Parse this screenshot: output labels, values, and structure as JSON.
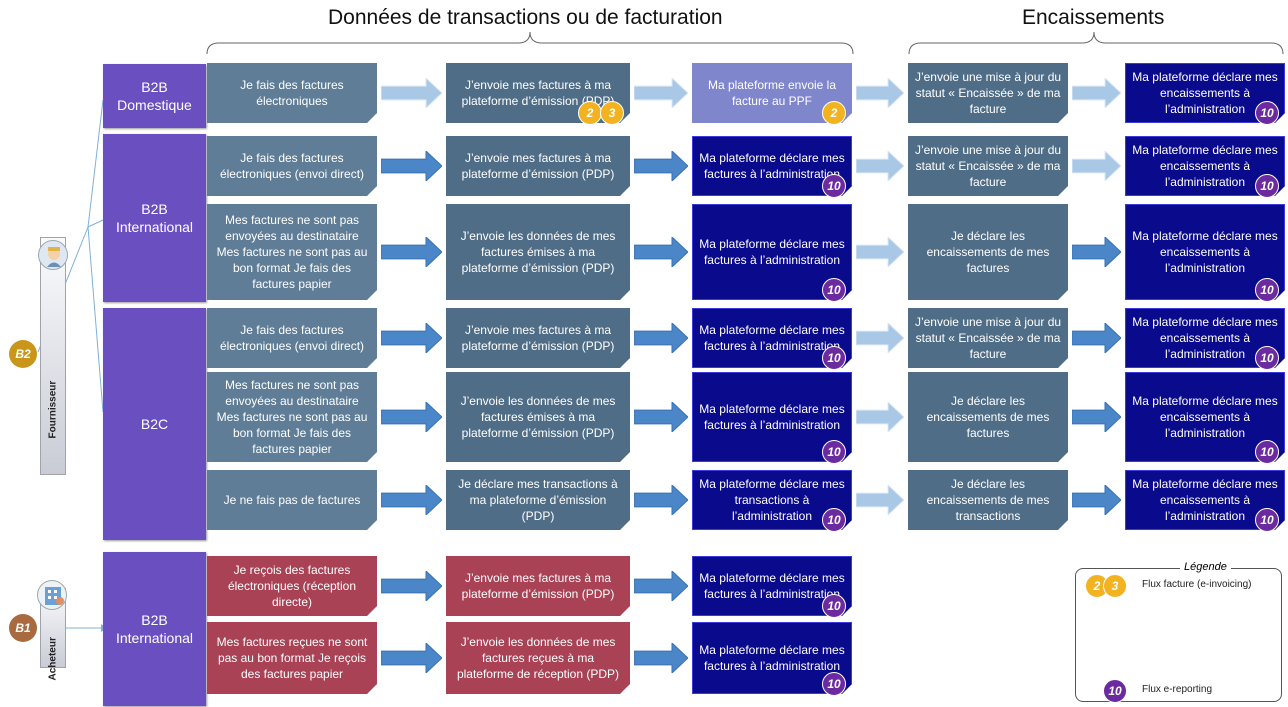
{
  "headers": {
    "transactions": "Données de transactions ou de facturation",
    "encaissements": "Encaissements"
  },
  "actors": {
    "supplier": {
      "badge": "B2",
      "label": "Fournisseur",
      "icon": "supplier-person-icon"
    },
    "buyer": {
      "badge": "B1",
      "label": "Acheteur",
      "icon": "buyer-building-icon"
    }
  },
  "categories": {
    "b2b_domestic": "B2B Domestique",
    "b2b_international": "B2B International",
    "b2c": "B2C",
    "buyer_b2b_international": "B2B International"
  },
  "rows": [
    {
      "c1": "Je fais des factures électroniques",
      "c2": "J’envoie mes factures à ma plateforme d’émission (PDP)",
      "c3": "Ma plateforme envoie la facture au PPF",
      "c4": "J’envoie une mise à jour du statut « Encaissée » de ma facture",
      "c5": "Ma plateforme déclare mes encaissements à l’administration",
      "badges_c2": [
        "2",
        "3"
      ],
      "badges_c3": [
        "2"
      ],
      "badges_c5": [
        "10"
      ]
    },
    {
      "c1": "Je fais des factures électroniques (envoi direct)",
      "c2": "J’envoie mes factures à ma plateforme d’émission (PDP)",
      "c3": "Ma plateforme déclare mes factures à l’administration",
      "c4": "J’envoie une mise à jour du statut « Encaissée » de ma facture",
      "c5": "Ma plateforme déclare mes encaissements à l’administration",
      "badges_c3": [
        "10"
      ],
      "badges_c5": [
        "10"
      ]
    },
    {
      "c1": "Mes factures ne sont pas envoyées au destinataire Mes factures ne sont pas au bon format Je fais des factures papier",
      "c2": "J’envoie les données de mes factures émises à ma plateforme d’émission (PDP)",
      "c3": "Ma plateforme déclare mes factures à l’administration",
      "c4": "Je déclare les encaissements de mes factures",
      "c5": "Ma plateforme déclare mes encaissements à l’administration",
      "badges_c3": [
        "10"
      ],
      "badges_c5": [
        "10"
      ]
    },
    {
      "c1": "Je fais des factures électroniques (envoi direct)",
      "c2": "J’envoie mes factures à ma plateforme d’émission (PDP)",
      "c3": "Ma plateforme déclare mes factures à l’administration",
      "c4": "J’envoie une mise à jour du statut « Encaissée » de ma facture",
      "c5": "Ma plateforme déclare mes encaissements à l’administration",
      "badges_c3": [
        "10"
      ],
      "badges_c5": [
        "10"
      ]
    },
    {
      "c1": "Mes factures ne sont pas envoyées au destinataire Mes factures ne sont pas au bon format Je fais des factures papier",
      "c2": "J’envoie les données de mes factures émises à ma plateforme d’émission (PDP)",
      "c3": "Ma plateforme déclare mes factures à l’administration",
      "c4": "Je déclare les encaissements de mes factures",
      "c5": "Ma plateforme déclare mes encaissements à l’administration",
      "badges_c3": [
        "10"
      ],
      "badges_c5": [
        "10"
      ]
    },
    {
      "c1": "Je ne fais pas de factures",
      "c2": "Je déclare mes transactions à ma plateforme d’émission (PDP)",
      "c3": "Ma plateforme déclare mes transactions à l’administration",
      "c4": "Je déclare les encaissements de mes transactions",
      "c5": "Ma plateforme déclare mes encaissements à l’administration",
      "badges_c3": [
        "10"
      ],
      "badges_c5": [
        "10"
      ]
    },
    {
      "c1": "Je reçois des factures électroniques (réception directe)",
      "c2": "J’envoie mes factures à ma plateforme d’émission (PDP)",
      "c3": "Ma plateforme déclare mes factures à l’administration",
      "badges_c3": [
        "10"
      ]
    },
    {
      "c1": "Mes factures reçues ne sont pas au bon format Je reçois des factures papier",
      "c2": "J’envoie les données de mes factures reçues à ma plateforme de réception (PDP)",
      "c3": "Ma plateforme déclare mes factures à l’administration",
      "badges_c3": [
        "10"
      ]
    }
  ],
  "legend": {
    "title": "Légende",
    "invoice_flow": "Flux facture (e-invoicing)",
    "ereporting_flow": "Flux e-reporting",
    "badge_2": "2",
    "badge_3": "3",
    "badge_10": "10"
  },
  "colors": {
    "category": "#6a4fc0",
    "step_gray_blue": "#4f6d87",
    "declaration_dark_blue": "#0a0a8c",
    "ppf_lavender": "#7f86cc",
    "buyer_red": "#a84254",
    "arrow_blue": "#4a86c8",
    "arrow_light": "#a9c8e6",
    "badge_orange": "#f3b321",
    "badge_purple": "#6c2aa0"
  }
}
